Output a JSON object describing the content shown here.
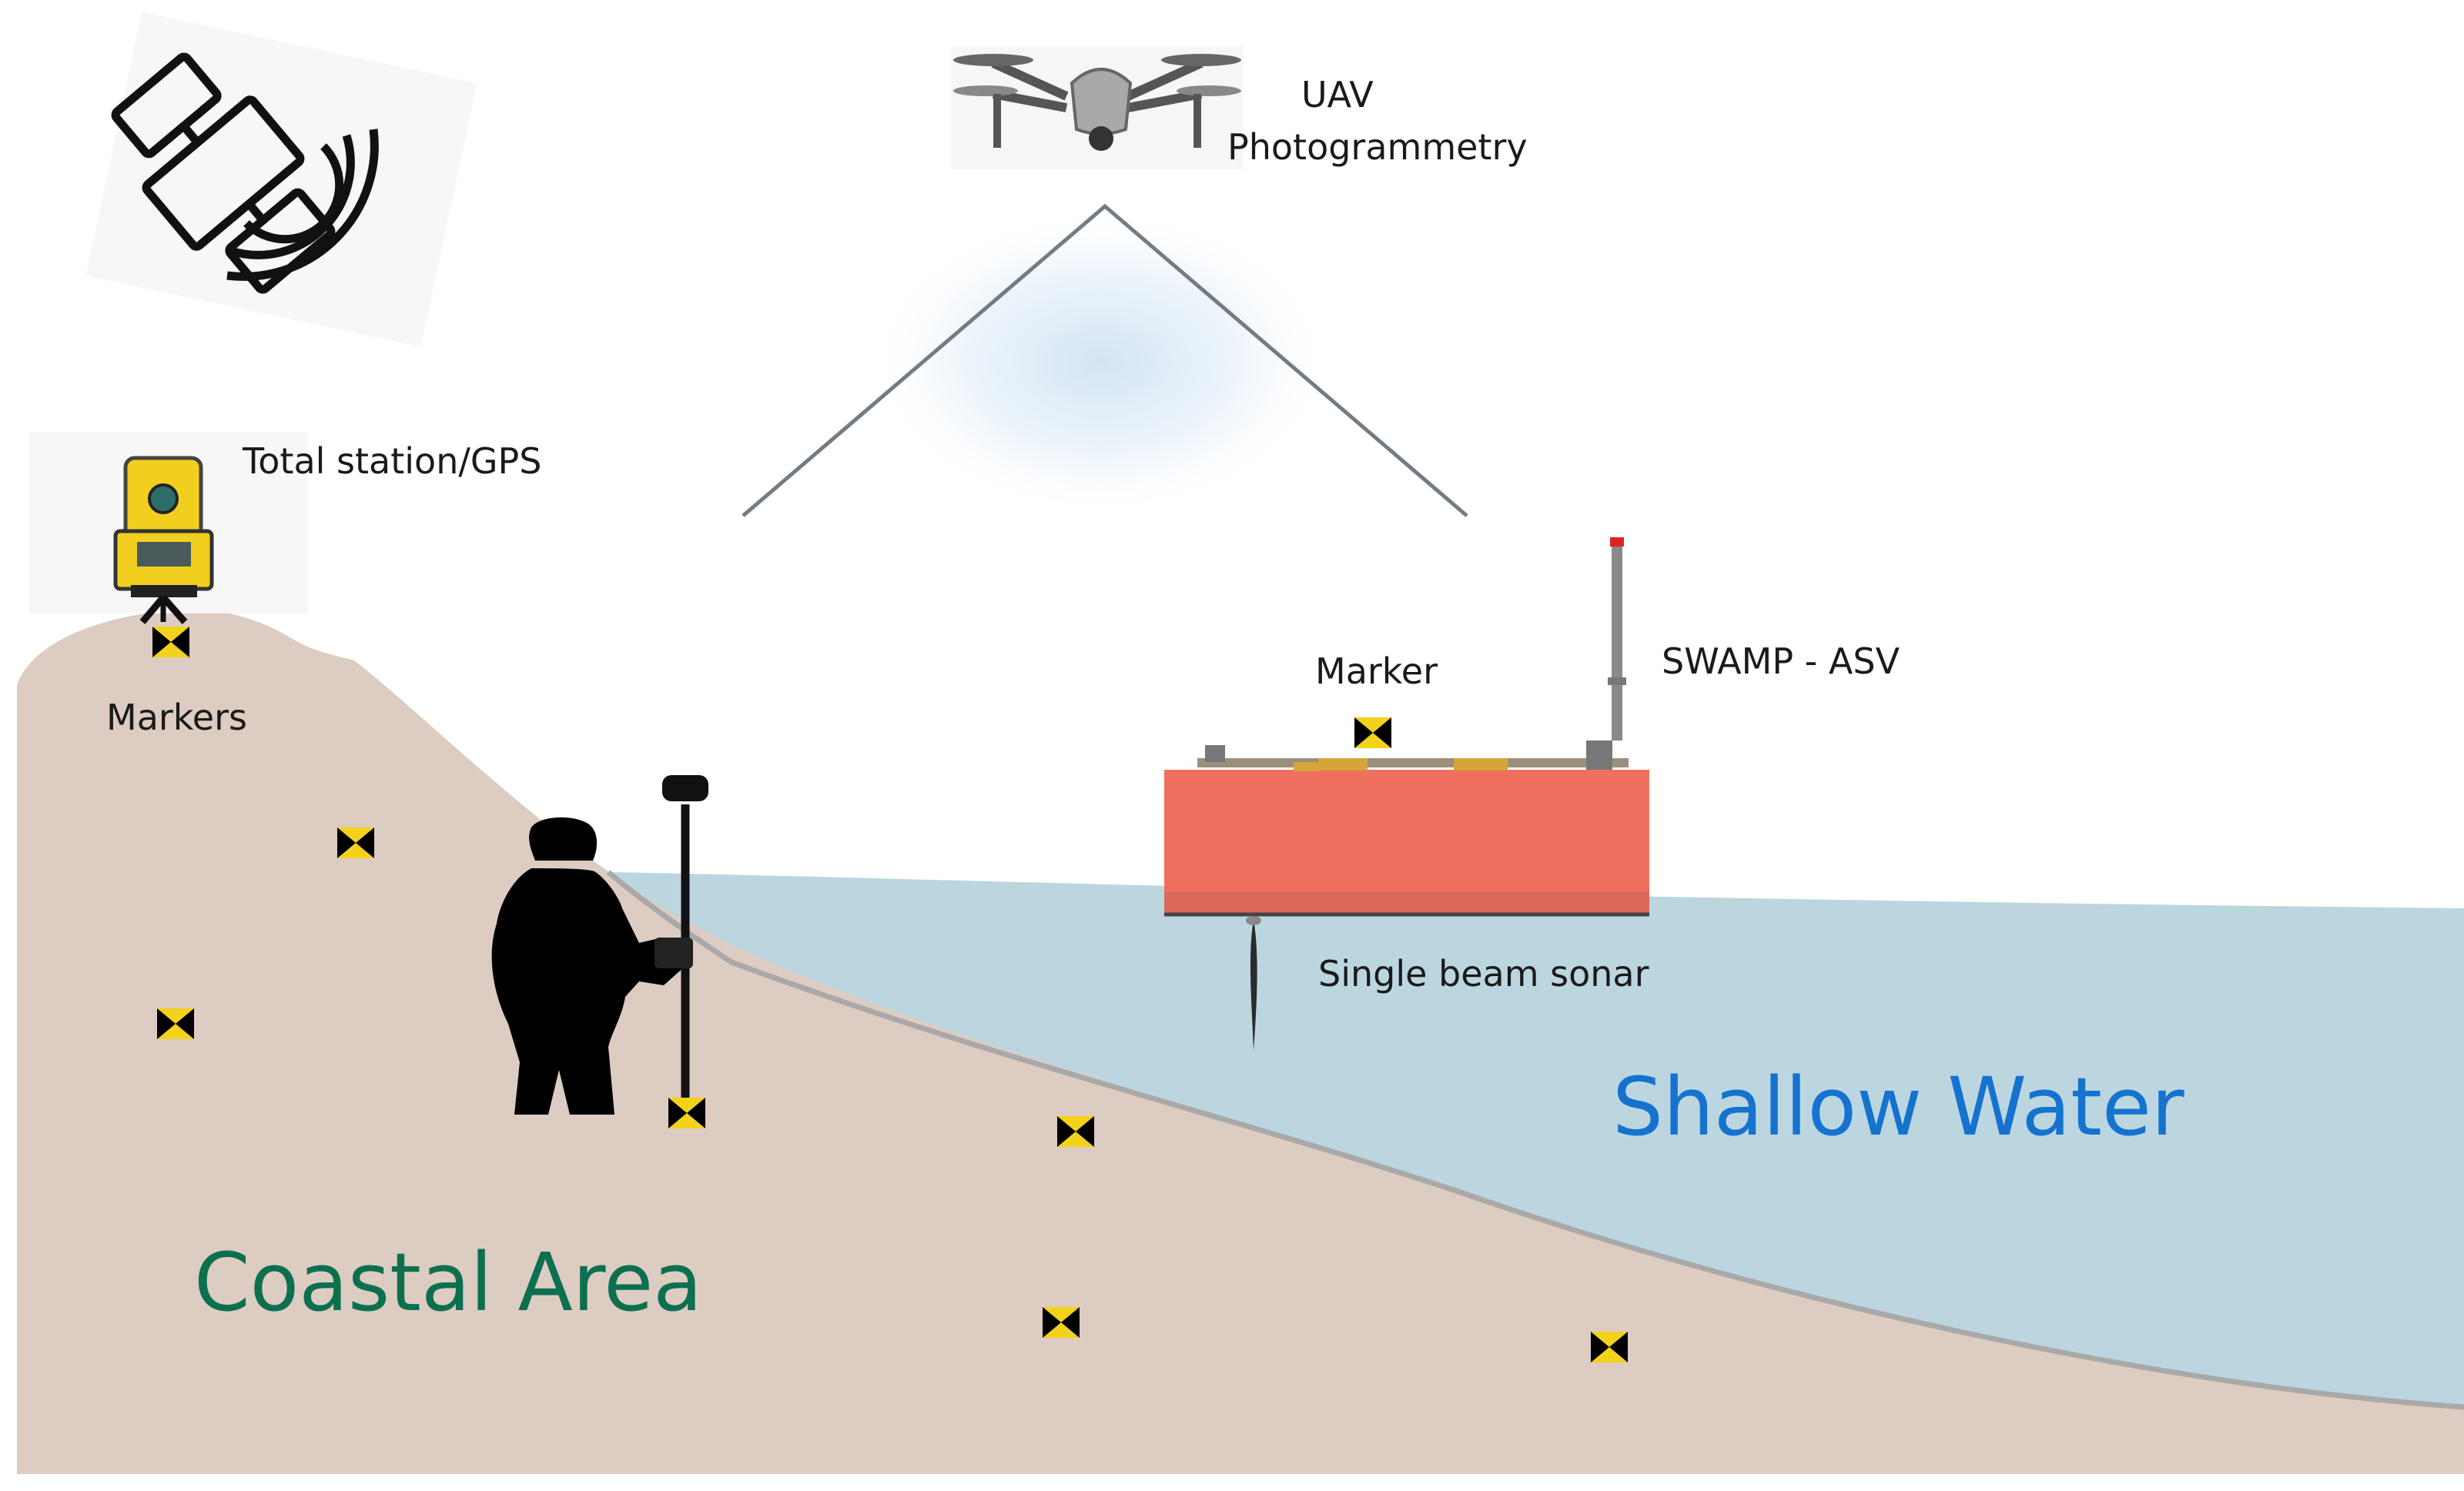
{
  "labels": {
    "uav_line1": "UAV",
    "uav_line2": "Photogrammetry",
    "total_station": "Total station/GPS",
    "markers": "Markers",
    "marker": "Marker",
    "swamp_asv": "SWAMP - ASV",
    "sonar": "Single beam sonar",
    "shallow_water": "Shallow Water",
    "coastal_area": "Coastal Area"
  },
  "colors": {
    "land": "#ddccc1",
    "water": "#bcd6e0",
    "shoreline": "#a9a9a9",
    "coastal_text": "#0c7050",
    "water_text": "#1573cf",
    "boat_hull": "#f0705f",
    "marker_yellow": "#f3d21b",
    "station_yellow": "#f0cf1f",
    "silhouette": "#000000"
  },
  "icons": {
    "satellite": "satellite-icon",
    "drone": "drone-icon",
    "total_station": "total-station-icon",
    "surveyor": "surveyor-silhouette-icon",
    "gps_pole": "gps-pole-icon",
    "boat": "asv-boat-icon",
    "sonar_beam": "sonar-beam-icon",
    "marker": "survey-marker-icon"
  }
}
